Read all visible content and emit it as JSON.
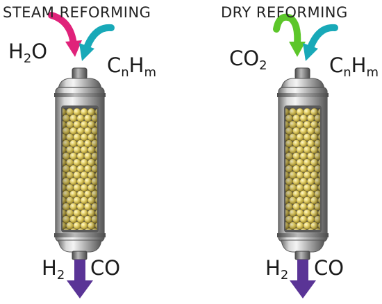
{
  "panels": [
    {
      "title": "STEAM REFORMING",
      "reactant_a": {
        "base": "H",
        "sub": "2",
        "tail": "O",
        "arrow_color": "#e0227a"
      },
      "reactant_b": {
        "base1": "C",
        "sub1": "n",
        "base2": "H",
        "sub2": "m",
        "arrow_color": "#18a9b8"
      },
      "products": [
        {
          "base": "H",
          "sub": "2"
        },
        {
          "base": "CO",
          "sub": ""
        }
      ],
      "product_arrow_color": "#5a3496"
    },
    {
      "title": "DRY REFORMING",
      "reactant_a": {
        "base": "CO",
        "sub": "2",
        "tail": "",
        "arrow_color": "#5cc62a"
      },
      "reactant_b": {
        "base1": "C",
        "sub1": "n",
        "base2": "H",
        "sub2": "m",
        "arrow_color": "#18a9b8"
      },
      "products": [
        {
          "base": "H",
          "sub": "2"
        },
        {
          "base": "CO",
          "sub": ""
        }
      ],
      "product_arrow_color": "#5a3496"
    }
  ]
}
